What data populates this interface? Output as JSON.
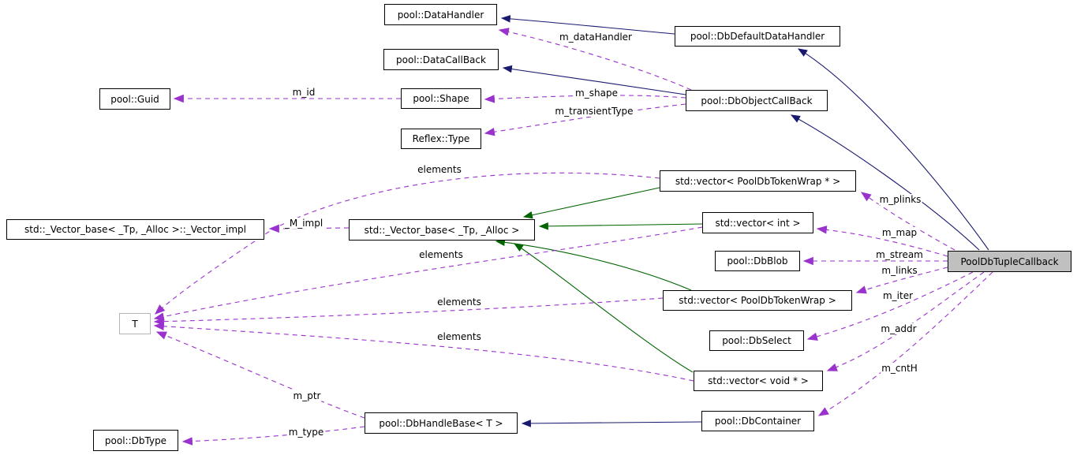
{
  "diagram_kind": "class collaboration graph",
  "colors": {
    "inheritance": "#191970",
    "protected_inheritance": "#006400",
    "usage": "#9a32cd",
    "node_background": "#ffffff",
    "main_node_background": "#c0c0c0",
    "node_border": "#000000",
    "tparam_border": "#b4b4b4"
  },
  "nodes": [
    {
      "id": "pool-data-handler",
      "label": "pool::DataHandler",
      "kind": "class"
    },
    {
      "id": "pool-db-default-data-handler",
      "label": "pool::DbDefaultDataHandler",
      "kind": "class"
    },
    {
      "id": "pool-data-call-back",
      "label": "pool::DataCallBack",
      "kind": "class"
    },
    {
      "id": "pool-guid",
      "label": "pool::Guid",
      "kind": "class"
    },
    {
      "id": "pool-shape",
      "label": "pool::Shape",
      "kind": "class"
    },
    {
      "id": "pool-db-object-call-back",
      "label": "pool::DbObjectCallBack",
      "kind": "class"
    },
    {
      "id": "reflex-type",
      "label": "Reflex::Type",
      "kind": "class"
    },
    {
      "id": "std-vector-pooldbtokenwrap-ptr",
      "label": "std::vector< PoolDbTokenWrap * >",
      "kind": "class"
    },
    {
      "id": "std-vector-base-impl",
      "label": "std::_Vector_base< _Tp, _Alloc >::_Vector_impl",
      "kind": "class"
    },
    {
      "id": "std-vector-base",
      "label": "std::_Vector_base< _Tp, _Alloc >",
      "kind": "class"
    },
    {
      "id": "std-vector-int",
      "label": "std::vector< int >",
      "kind": "class"
    },
    {
      "id": "pool-db-blob",
      "label": "pool::DbBlob",
      "kind": "class"
    },
    {
      "id": "pool-db-tuple-callback",
      "label": "PoolDbTupleCallback",
      "kind": "main"
    },
    {
      "id": "std-vector-pooldbtokenwrap",
      "label": "std::vector< PoolDbTokenWrap >",
      "kind": "class"
    },
    {
      "id": "t-param",
      "label": "T",
      "kind": "tparam"
    },
    {
      "id": "pool-db-select",
      "label": "pool::DbSelect",
      "kind": "class"
    },
    {
      "id": "std-vector-void-ptr",
      "label": "std::vector< void * >",
      "kind": "class"
    },
    {
      "id": "pool-db-handle-base",
      "label": "pool::DbHandleBase< T >",
      "kind": "class"
    },
    {
      "id": "pool-db-container",
      "label": "pool::DbContainer",
      "kind": "class"
    },
    {
      "id": "pool-db-type",
      "label": "pool::DbType",
      "kind": "class"
    }
  ],
  "edges": [
    {
      "id": "inherit-dbdefault-datahandler",
      "type": "inheritance",
      "from": "pool::DbDefaultDataHandler",
      "to": "pool::DataHandler",
      "label": ""
    },
    {
      "id": "inherit-dbobjectcallback-datacallback",
      "type": "inheritance",
      "from": "pool::DbObjectCallBack",
      "to": "pool::DataCallBack",
      "label": ""
    },
    {
      "id": "inherit-tuplecallback-dbdefault",
      "type": "inheritance",
      "from": "PoolDbTupleCallback",
      "to": "pool::DbDefaultDataHandler",
      "label": ""
    },
    {
      "id": "inherit-tuplecallback-dbobjectcallback",
      "type": "inheritance",
      "from": "PoolDbTupleCallback",
      "to": "pool::DbObjectCallBack",
      "label": ""
    },
    {
      "id": "inherit-dbcontainer-dbhandlebase",
      "type": "inheritance",
      "from": "pool::DbContainer",
      "to": "pool::DbHandleBase< T >",
      "label": ""
    },
    {
      "id": "inherit-vectokenptr-vectorbase",
      "type": "protected_inheritance",
      "from": "std::vector< PoolDbTokenWrap * >",
      "to": "std::_Vector_base< _Tp, _Alloc >",
      "label": ""
    },
    {
      "id": "inherit-vecint-vectorbase",
      "type": "protected_inheritance",
      "from": "std::vector< int >",
      "to": "std::_Vector_base< _Tp, _Alloc >",
      "label": ""
    },
    {
      "id": "inherit-vectoken-vectorbase",
      "type": "protected_inheritance",
      "from": "std::vector< PoolDbTokenWrap >",
      "to": "std::_Vector_base< _Tp, _Alloc >",
      "label": ""
    },
    {
      "id": "inherit-vecvoid-vectorbase",
      "type": "protected_inheritance",
      "from": "std::vector< void * >",
      "to": "std::_Vector_base< _Tp, _Alloc >",
      "label": ""
    },
    {
      "id": "usage-m-datahandler",
      "type": "usage",
      "from": "pool::DbObjectCallBack",
      "to": "pool::DataHandler",
      "label": "m_dataHandler"
    },
    {
      "id": "usage-m-shape",
      "type": "usage",
      "from": "pool::DbObjectCallBack",
      "to": "pool::Shape",
      "label": "m_shape"
    },
    {
      "id": "usage-m-transienttype",
      "type": "usage",
      "from": "pool::DbObjectCallBack",
      "to": "Reflex::Type",
      "label": "m_transientType"
    },
    {
      "id": "usage-m-id",
      "type": "usage",
      "from": "pool::Shape",
      "to": "pool::Guid",
      "label": "m_id"
    },
    {
      "id": "usage-m-impl",
      "type": "usage",
      "from": "std::_Vector_base< _Tp, _Alloc >",
      "to": "std::_Vector_base< _Tp, _Alloc >::_Vector_impl",
      "label": "_M_impl"
    },
    {
      "id": "usage-m-plinks",
      "type": "usage",
      "from": "PoolDbTupleCallback",
      "to": "std::vector< PoolDbTokenWrap * >",
      "label": "m_plinks"
    },
    {
      "id": "usage-m-map",
      "type": "usage",
      "from": "PoolDbTupleCallback",
      "to": "std::vector< int >",
      "label": "m_map"
    },
    {
      "id": "usage-m-stream",
      "type": "usage",
      "from": "PoolDbTupleCallback",
      "to": "pool::DbBlob",
      "label": "m_stream"
    },
    {
      "id": "usage-m-links",
      "type": "usage",
      "from": "PoolDbTupleCallback",
      "to": "std::vector< PoolDbTokenWrap >",
      "label": "m_links"
    },
    {
      "id": "usage-m-iter",
      "type": "usage",
      "from": "PoolDbTupleCallback",
      "to": "pool::DbSelect",
      "label": "m_iter"
    },
    {
      "id": "usage-m-addr",
      "type": "usage",
      "from": "PoolDbTupleCallback",
      "to": "std::vector< void * >",
      "label": "m_addr"
    },
    {
      "id": "usage-m-cnth",
      "type": "usage",
      "from": "PoolDbTupleCallback",
      "to": "pool::DbContainer",
      "label": "m_cntH"
    },
    {
      "id": "usage-elements-tokenptr",
      "type": "usage",
      "from": "std::vector< PoolDbTokenWrap * >",
      "to": "T",
      "label": "elements"
    },
    {
      "id": "usage-elements-int",
      "type": "usage",
      "from": "std::vector< int >",
      "to": "T",
      "label": "elements"
    },
    {
      "id": "usage-elements-token",
      "type": "usage",
      "from": "std::vector< PoolDbTokenWrap >",
      "to": "T",
      "label": "elements"
    },
    {
      "id": "usage-elements-void",
      "type": "usage",
      "from": "std::vector< void * >",
      "to": "T",
      "label": "elements"
    },
    {
      "id": "usage-m-ptr",
      "type": "usage",
      "from": "pool::DbHandleBase< T >",
      "to": "T",
      "label": "m_ptr"
    },
    {
      "id": "usage-m-type",
      "type": "usage",
      "from": "pool::DbHandleBase< T >",
      "to": "pool::DbType",
      "label": "m_type"
    }
  ]
}
